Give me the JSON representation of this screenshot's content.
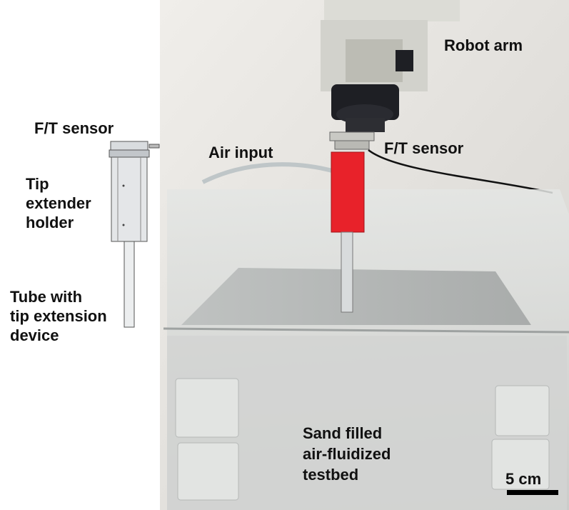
{
  "labels": {
    "left_sensor": "F/T sensor",
    "holder": "Tip\nextender\nholder",
    "tube": "Tube with\ntip extension\ndevice",
    "robot_arm": "Robot arm",
    "right_sensor": "F/T sensor",
    "air_input": "Air input",
    "testbed": "Sand filled\nair-fluidized\ntestbed",
    "scale_bar": "5 cm"
  },
  "colors": {
    "red_holder": "#e8222a",
    "tank_wall": "#d9dbd9",
    "wall_background": "#eceae6",
    "robot_body": "#dcdcd6",
    "robot_dark": "#1e1f24",
    "scale_bar": "#000000"
  }
}
